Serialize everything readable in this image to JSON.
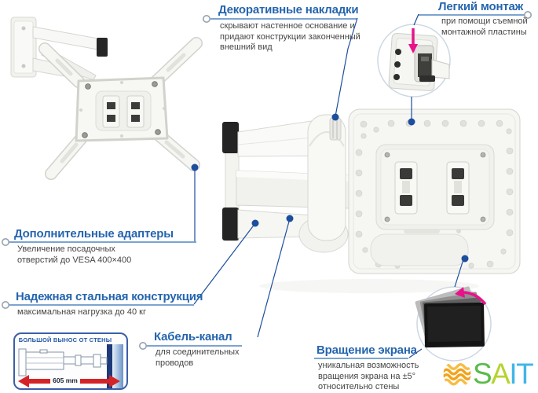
{
  "callouts": {
    "decorative": {
      "title": "Декоративные накладки",
      "description": "скрывают настенное основание и придают конструкции законченный внешний вид"
    },
    "easy_mount": {
      "title": "Легкий монтаж",
      "description": "при помощи съемной монтажной пластины"
    },
    "adapters": {
      "title": "Дополнительные адаптеры",
      "description": "Увеличение посадочных отверстий до VESA 400×400"
    },
    "steel_construction": {
      "title": "Надежная стальная конструкция",
      "description": "максимальная нагрузка до 40 кг"
    },
    "cable_channel": {
      "title": "Кабель-канал",
      "description": "для соединительных проводов"
    },
    "screen_rotation": {
      "title": "Вращение экрана",
      "description": "уникальная возможность вращения экрана на ±5° относительно стены"
    }
  },
  "reach_box": {
    "title": "БОЛЬШОЙ ВЫНОС ОТ СТЕНЫ",
    "distance_label": "605 mm"
  },
  "logo": {
    "letter_s": "S",
    "letter_a": "A",
    "letters_it": "IT"
  },
  "colors": {
    "callout_heading": "#2565ae",
    "callout_body": "#454545",
    "connector_line": "#1d4e9e",
    "connector_dot": "#1d4e9e",
    "magenta_accent": "#e8128b",
    "red_arrow": "#d42428",
    "reach_box_border": "#3b5ea8",
    "logo_wave": "#f2a31c",
    "logo_s": "#5bbb49",
    "logo_a": "#b6d32f",
    "logo_it": "#41b6e8"
  }
}
